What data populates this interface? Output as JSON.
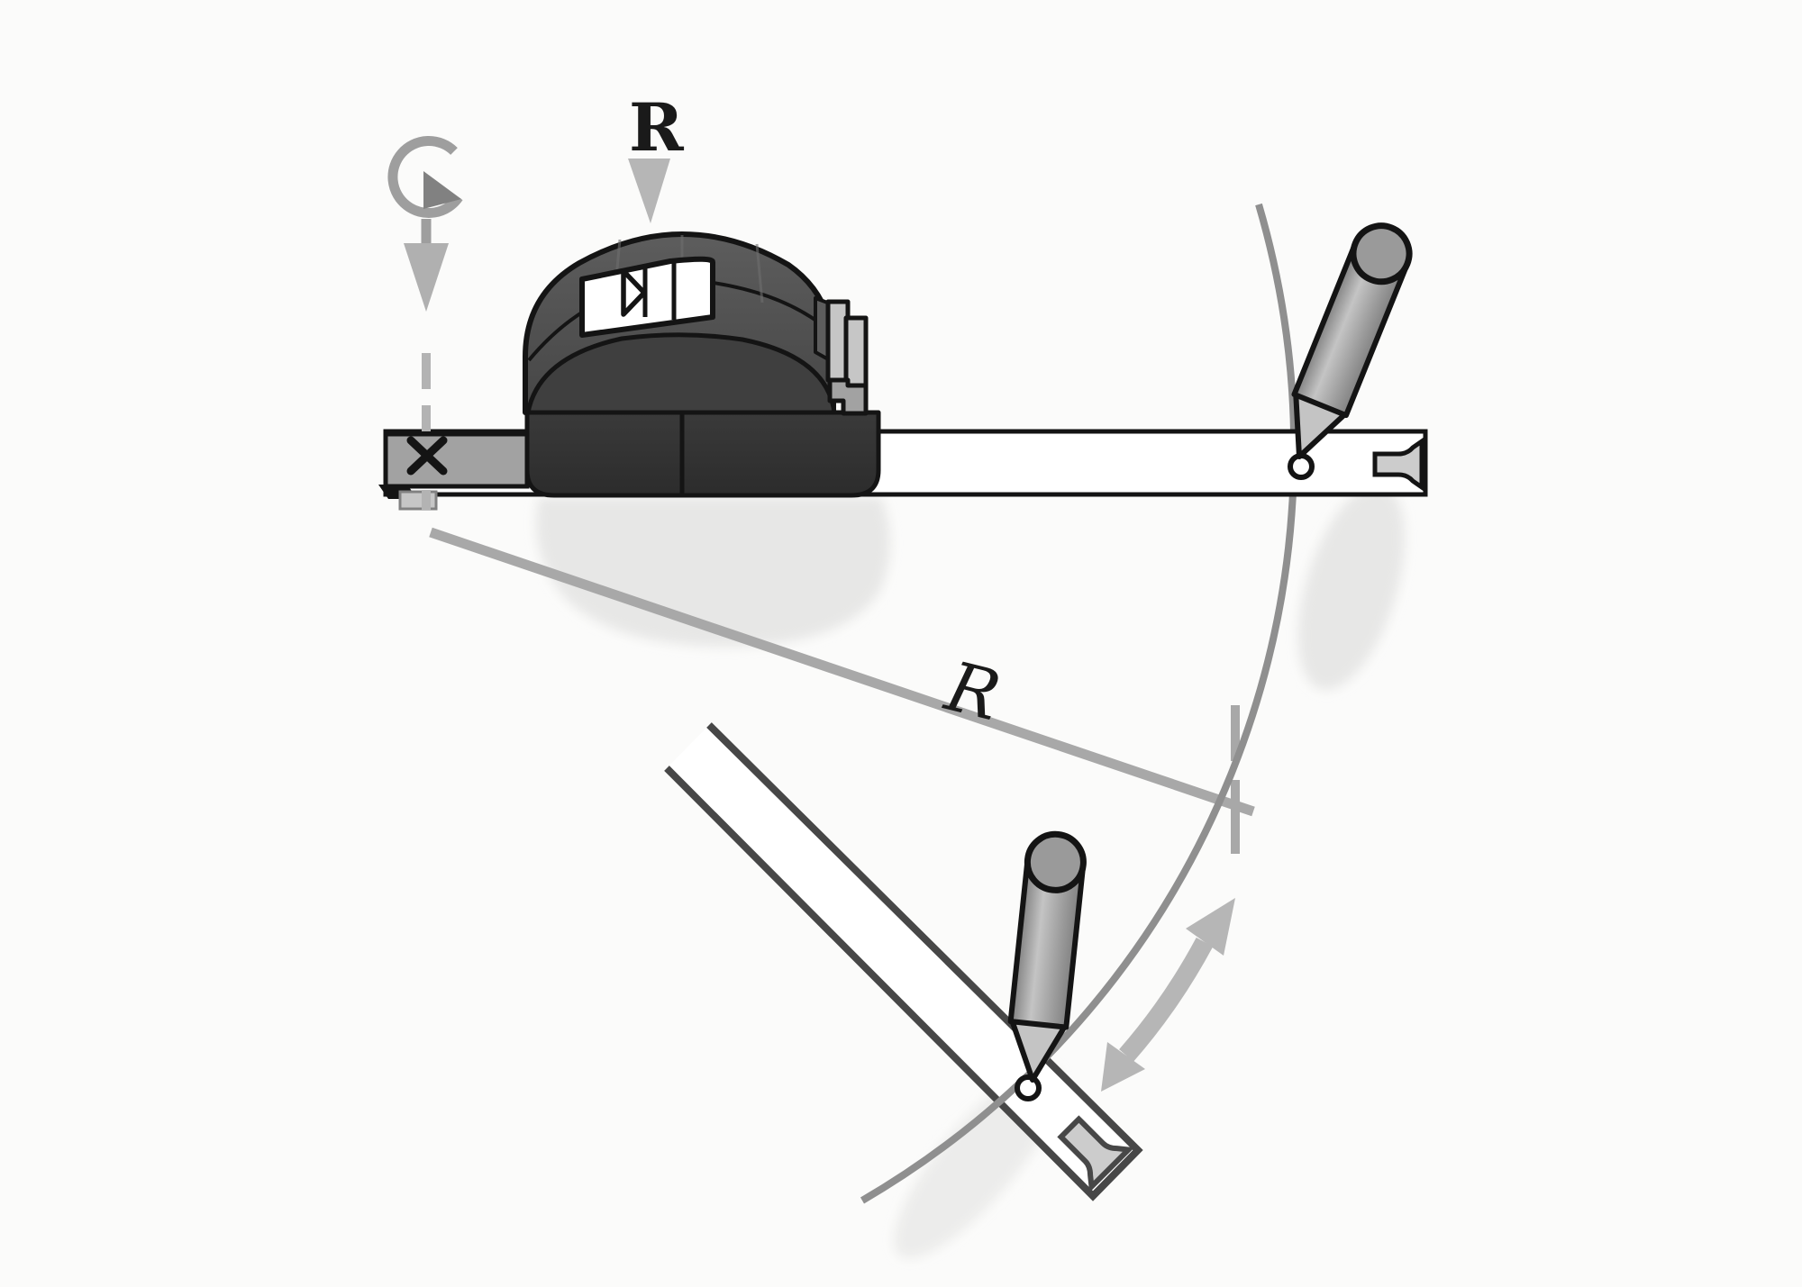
{
  "title": "Tape measure used as a compass to scribe an arc of radius R",
  "labels": {
    "radius_top": "R",
    "radius_mid": "R"
  },
  "icons": {
    "rotation_icon": "circular-rotate-arrow",
    "down_arrow_icon": "triangle-down-arrow",
    "radius_pointer_icon": "triangle-down-arrow",
    "double_arrow_icon": "double-headed-swing-arrow",
    "center_mark_icon": "x-mark",
    "tape_slot_icon": "tape-end-slot"
  },
  "colors": {
    "background": "#fbfbfa",
    "ink": "#141414",
    "body_shell_light": "#5d5d5d",
    "body_shell": "#464646",
    "body_front": "#3f3f3f",
    "body_box": "#3a3a3a",
    "body_box_dark": "#2c2c2c",
    "tape_white": "#ffffff",
    "hook_gray": "#a2a2a2",
    "clip_gray": "#c6c6c6",
    "slot_gray": "#cccccc",
    "pencil_light": "#c4c4c4",
    "pencil_mid": "#9a9a9a",
    "pencil_dark": "#818181",
    "arc_gray": "#8f8f8f",
    "guide_gray": "#a8a8a8",
    "icon_gray": "#9e9e9e",
    "icon_arrow": "#b0b0b0",
    "arrow_gray": "#b6b6b6",
    "label_ink": "#1a1a1a",
    "shadow_gray": "#e7e7e6",
    "tape2_outline": "#474747"
  }
}
